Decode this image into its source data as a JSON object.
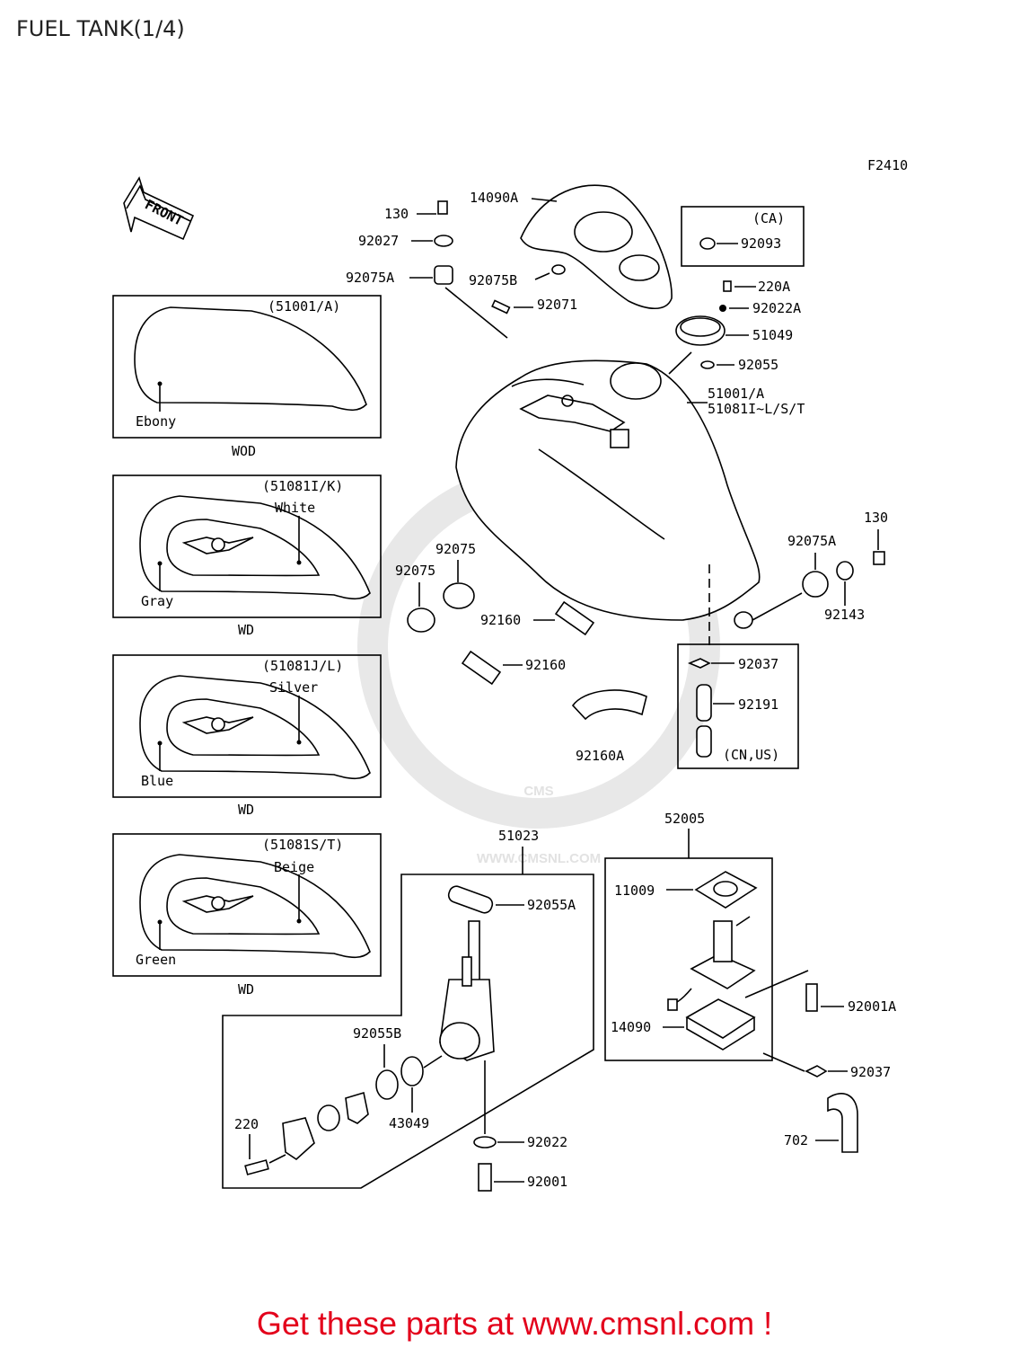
{
  "title": "FUEL TANK(1/4)",
  "figure_code": "F2410",
  "footer": "Get these parts at www.cmsnl.com !",
  "watermark": {
    "logo": "CMS",
    "url": "WWW.CMSNL.COM"
  },
  "colors": {
    "footer": "#e3001b",
    "watermark": "#e2e2e2"
  },
  "front_arrow": "FRONT",
  "tank_variants": [
    {
      "code": "(51001/A)",
      "colors": [
        "Ebony"
      ],
      "type": "WOD"
    },
    {
      "code": "(51081I/K)",
      "colors": [
        "White",
        "Gray"
      ],
      "type": "WD"
    },
    {
      "code": "(51081J/L)",
      "colors": [
        "Silver",
        "Blue"
      ],
      "type": "WD"
    },
    {
      "code": "(51081S/T)",
      "colors": [
        "Beige",
        "Green"
      ],
      "type": "WD"
    }
  ],
  "region_boxes": {
    "ca": "(CA)",
    "cn_us": "(CN,US)"
  },
  "part_labels": {
    "p14090A": "14090A",
    "p130a": "130",
    "p92027": "92027",
    "p92075A": "92075A",
    "p92075B": "92075B",
    "p92071": "92071",
    "p92093": "92093",
    "p220A": "220A",
    "p92022A": "92022A",
    "p51049": "51049",
    "p92055": "92055",
    "p51001A": "51001/A",
    "p51081": "51081I~L/S/T",
    "p130b": "130",
    "p92075Ab": "92075A",
    "p92143": "92143",
    "p92075a": "92075",
    "p92075b": "92075",
    "p92160a": "92160",
    "p92160b": "92160",
    "p92160A": "92160A",
    "p92037a": "92037",
    "p92191": "92191",
    "p51023": "51023",
    "p92055A": "92055A",
    "p52005": "52005",
    "p11009": "11009",
    "p92001A": "92001A",
    "p14090": "14090",
    "p92037b": "92037",
    "p92055B": "92055B",
    "p43049": "43049",
    "p220": "220",
    "p92022": "92022",
    "p92001": "92001",
    "p702": "702"
  }
}
